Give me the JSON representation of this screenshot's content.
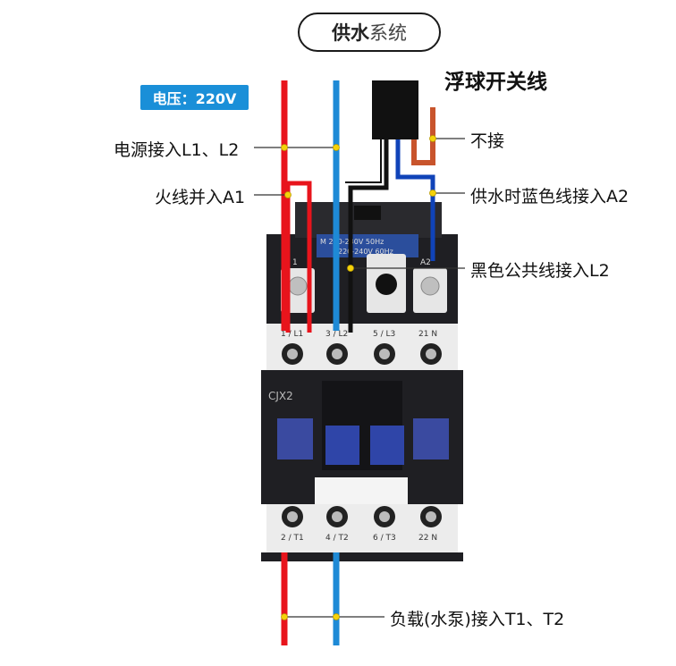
{
  "title": {
    "bold": "供水",
    "light": "系统"
  },
  "voltage_badge": "电压：220V",
  "float_switch_title": "浮球开关线",
  "labels": {
    "power_in": "电源接入L1、L2",
    "live_to_a1": "火线并入A1",
    "not_connected": "不接",
    "blue_to_a2": "供水时蓝色线接入A2",
    "black_common_l2": "黑色公共线接入L2",
    "load_out": "负载(水泵)接入T1、T2"
  },
  "device": {
    "model": "CJX2",
    "coil_rating_1": "M  220-230V 50Hz",
    "coil_rating_2": "220-240V 60Hz",
    "coil_a1": "A 1",
    "coil_a2": "A2",
    "top_terminals": [
      "1 / L1",
      "3 / L2",
      "5 / L3",
      "21 N"
    ],
    "bottom_terminals": [
      "2 / T1",
      "4 / T2",
      "6 / T3",
      "22 N"
    ]
  },
  "colors": {
    "live_wire": "#e8141c",
    "neutral_wire": "#1e8ad6",
    "float_blue": "#1043b8",
    "float_brown": "#c8542c",
    "float_black": "#111111",
    "device_body": "#1f1f23",
    "terminal_block": "#ececec",
    "dot": "#f5d20a"
  }
}
